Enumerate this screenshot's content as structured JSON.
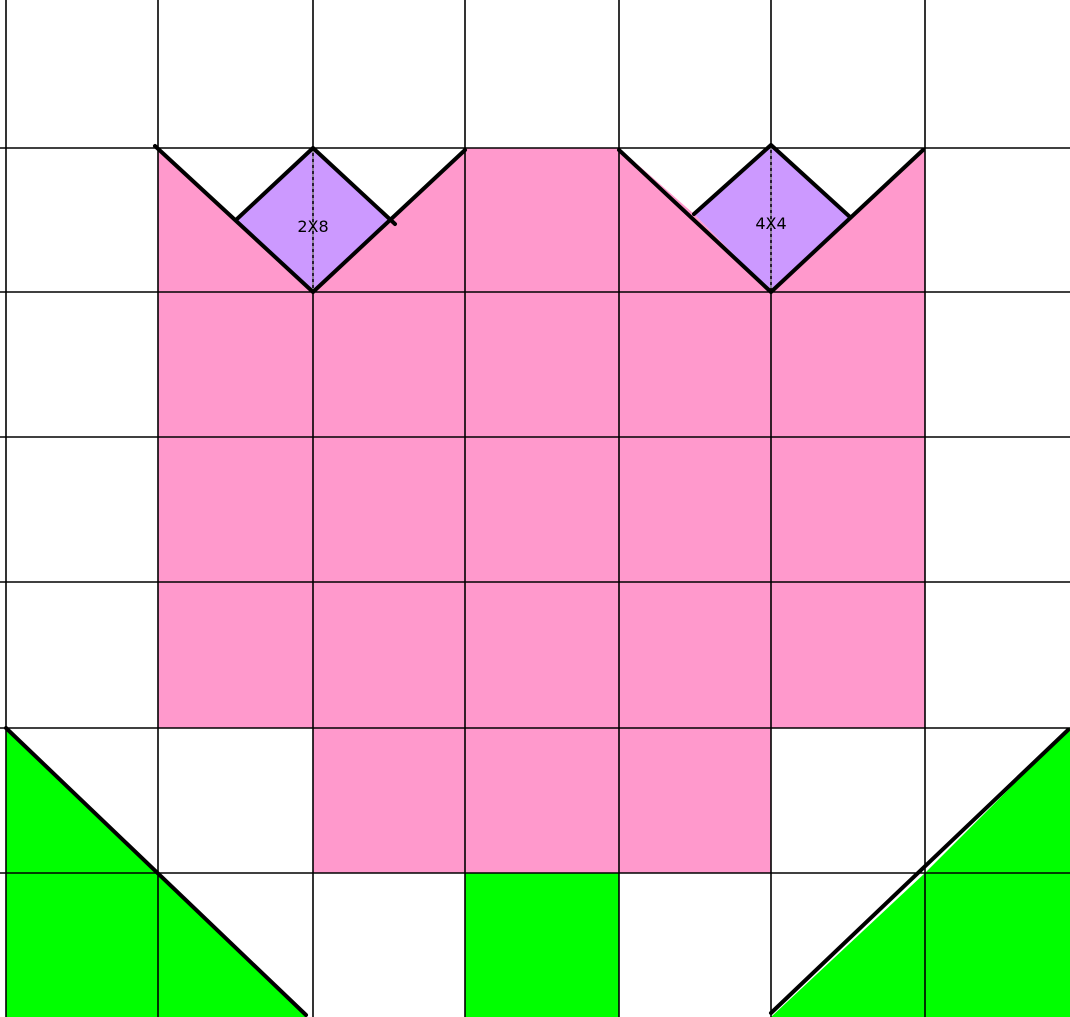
{
  "colors": {
    "background": "#ffffff",
    "pink": "#ff99cc",
    "purple": "#cc99ff",
    "green": "#00ff00",
    "line": "#000000"
  },
  "diamonds": [
    {
      "id": "diamond-left",
      "label": "2X8"
    },
    {
      "id": "diamond-right",
      "label": "4X4"
    }
  ]
}
